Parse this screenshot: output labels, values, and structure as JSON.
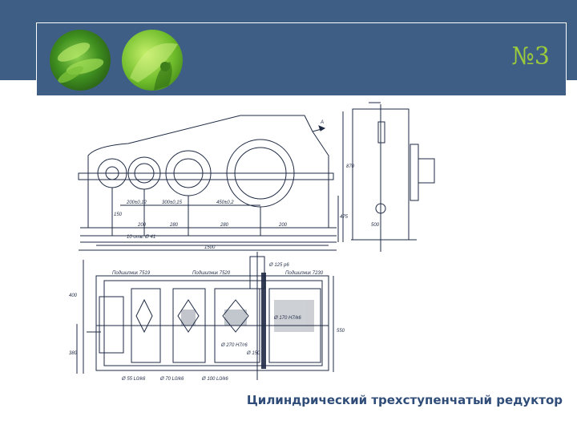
{
  "header": {
    "slide_number": "№3",
    "images": [
      "leaf-image-1",
      "leaf-image-2"
    ]
  },
  "drawing": {
    "view_label": "A",
    "dimensions": {
      "d1": "200±0,12",
      "d2": "300±0,15",
      "d3": "450±0,2",
      "d4": "150",
      "d5": "200",
      "d6": "280",
      "d7": "280",
      "d8": "200",
      "d9": "1500",
      "d10": "10 отв. Ø 41",
      "d11": "870",
      "d12": "475",
      "d13": "500",
      "d14": "Ø 125 р6",
      "d15": "Подшипник 7519",
      "d16": "Подшипник 7520",
      "d17": "Подшипник 7230",
      "d18": "Ø 55 L0/k6",
      "d19": "Ø 70 L0/k6",
      "d20": "Ø 100 L0/k6",
      "d21": "Ø 170 Н7/k6",
      "d22": "Ø 270 Н7/r6",
      "d23": "Ø 150",
      "d24": "400",
      "d25": "380",
      "d26": "550"
    }
  },
  "caption": "Цилиндрический трехступенчатый редуктор",
  "colors": {
    "header_bg": "#3f5e85",
    "caption_text": "#2f4d78",
    "number_text": "#9ccc3a",
    "drawing_line": "#1f2a44"
  }
}
